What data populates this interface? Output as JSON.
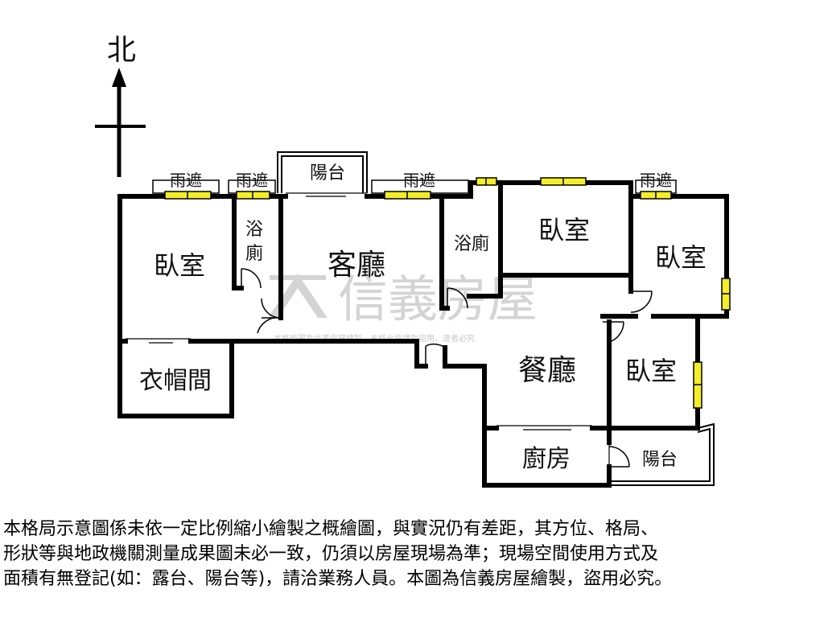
{
  "compass": {
    "label": "北"
  },
  "rooms": {
    "bedroom_nw": "臥室",
    "bath_1_top": "浴",
    "bath_1_bottom": "廁",
    "living": "客廳",
    "bath_2": "浴廁",
    "bedroom_n": "臥室",
    "bedroom_ne": "臥室",
    "dining": "餐廳",
    "bedroom_e": "臥室",
    "closet": "衣帽間",
    "kitchen": "廚房",
    "balcony_n": "陽台",
    "balcony_se": "陽台"
  },
  "canopies": [
    "雨遮",
    "雨遮",
    "雨遮",
    "雨遮"
  ],
  "watermark": {
    "brand": "信義房屋",
    "small_text": "本格局圖為信義房屋繪製，未經允許請勿盜用，違者必究"
  },
  "disclaimer": [
    "本格局示意圖係未依一定比例縮小繪製之概繪圖，與實況仍有差距，其方位、格局、",
    "形狀等與地政機關測量成果圖未必一致，仍須以房屋現場為準；現場空間使用方式及",
    "面積有無登記(如：露台、陽台等)，請洽業務人員。本圖為信義房屋繪製，盜用必究。"
  ],
  "colors": {
    "wall": "#000000",
    "window": "#f4ee2a",
    "watermark": "#d4d4d4"
  }
}
